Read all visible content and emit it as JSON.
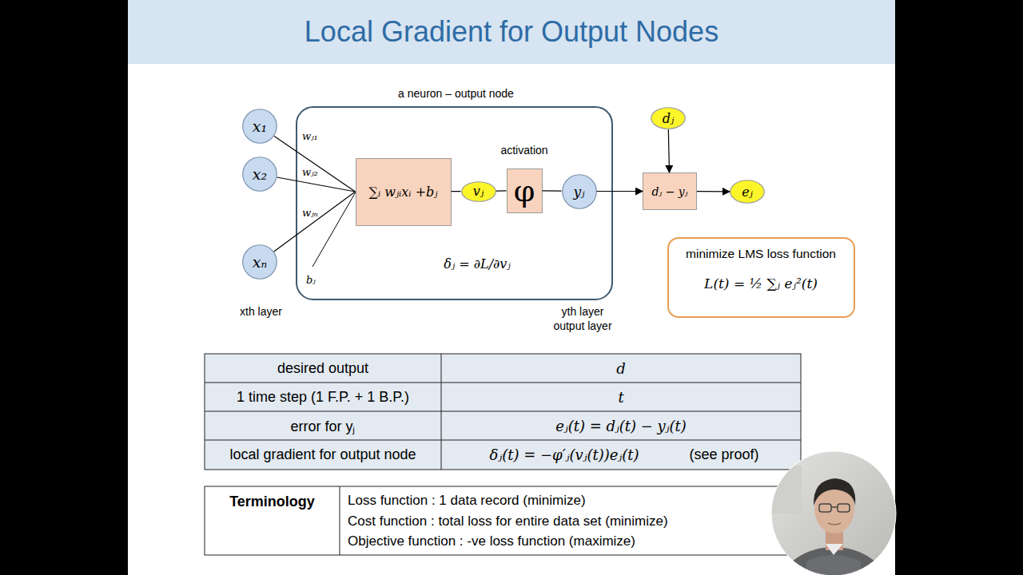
{
  "diagram": {
    "title": "Local Gradient for Output Nodes",
    "nodes": [
      {
        "text": [
          "x₁"
        ]
      },
      {
        "text": [
          "x₂"
        ]
      },
      {
        "text": [
          "xₙ"
        ]
      },
      {
        "text": [
          "a neuron – output node",
          "δⱼ = ∂L/∂vⱼ"
        ]
      },
      {
        "text": [
          "∑ᵢ wⱼᵢxᵢ +bⱼ"
        ],
        "in": 3
      },
      {
        "text": [
          "vⱼ"
        ],
        "in": 3
      },
      {
        "text": [
          "activation",
          "φ"
        ],
        "in": 3
      },
      {
        "text": [
          "yⱼ"
        ],
        "in": 3
      },
      {
        "text": [
          "dⱼ"
        ]
      },
      {
        "text": [
          "dⱼ − yⱼ"
        ]
      },
      {
        "text": [
          "eⱼ"
        ]
      },
      {
        "text": [
          "minimize LMS loss function",
          "L(t) = ½ ∑ⱼ eⱼ²(t)"
        ]
      }
    ],
    "edges": [
      {
        "from": 0,
        "to": 4,
        "arrow": "none"
      },
      {
        "from": 1,
        "to": 4,
        "arrow": "none"
      },
      {
        "from": 2,
        "to": 4,
        "arrow": "none"
      },
      {
        "from": 4,
        "to": 5,
        "arrow": "none"
      },
      {
        "from": 5,
        "to": 6,
        "arrow": "none"
      },
      {
        "from": 6,
        "to": 7,
        "arrow": "none"
      },
      {
        "from": 7,
        "to": 9,
        "arrow": "to"
      },
      {
        "from": 8,
        "to": 9,
        "arrow": "to"
      },
      {
        "from": 9,
        "to": 10,
        "arrow": "to"
      }
    ],
    "labels": [
      "wⱼ₁",
      "wⱼ₂",
      "wⱼₙ",
      "bⱼ",
      "xth layer",
      "yth layer output layer",
      "desired output",
      "d",
      "1 time step (1 F.P. + 1 B.P.)",
      "t",
      "error for yⱼ",
      "eⱼ(t) = dⱼ(t) − yⱼ(t)",
      "local gradient for output node",
      "δⱼ(t) = −φ′ⱼ(vⱼ(t))eⱼ(t)",
      "(see proof)",
      "Terminology",
      "Loss function : 1 data record (minimize)",
      "Cost function : total loss for entire data set (minimize)",
      "Objective function : -ve loss function (maximize)"
    ]
  }
}
